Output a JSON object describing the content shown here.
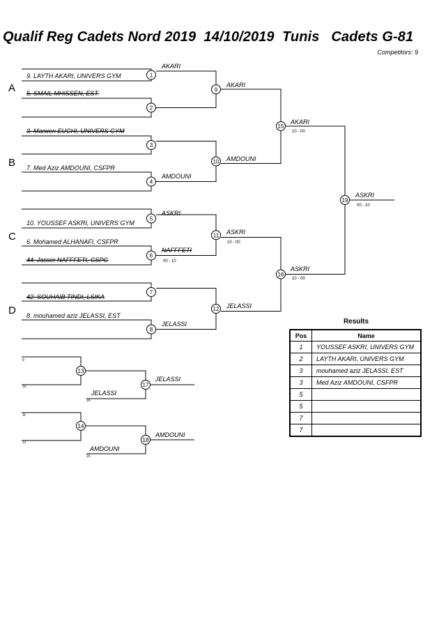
{
  "title": "Qualif Reg Cadets Nord 2019  14/10/2019  Tunis   Cadets G-81",
  "competitors_label": "Competitors: 9",
  "pools": [
    "A",
    "B",
    "C",
    "D"
  ],
  "entries": {
    "e1": {
      "text": "9. LAYTH AKARI, UNIVERS GYM",
      "struck": false
    },
    "e2": {
      "text": "5. SMAIL MHISSEN, EST",
      "struck": true
    },
    "e3": {
      "text": "3. Marwen EUCHI, UNIVERS GYM",
      "struck": true
    },
    "e4": {
      "text": "7. Med Aziz AMDOUNI, CSFPR",
      "struck": false
    },
    "e5": {
      "text": "10. YOUSSEF ASKRI, UNIVERS GYM",
      "struck": false
    },
    "e6": {
      "text": "6. Mohamed ALHANAFI, CSFPR",
      "struck": false
    },
    "e7": {
      "text": "44. Jasser NAFFFETI, CSPC",
      "struck": true
    },
    "e8": {
      "text": "42. SOUHAIB TINDI, LSIKA",
      "struck": true
    },
    "e9": {
      "text": "8. mouhamed aziz JELASSI, EST",
      "struck": false
    }
  },
  "winners": {
    "m1": "AKARI",
    "m4": "AMDOUNI",
    "m5": "ASKRI",
    "m6": "NAFFFETI",
    "m6_score": "00 - 10",
    "m8": "JELASSI",
    "m9": "AKARI",
    "m10": "AMDOUNI",
    "m11": "ASKRI",
    "m11_score": "10 - 00",
    "m12": "JELASSI",
    "m15": "AKARI",
    "m15_score": "10 - 00",
    "m16": "ASKRI",
    "m16_score": "10 - 00",
    "m19": "ASKRI",
    "m19_score": "00 - 10",
    "rep13_in": "JELASSI",
    "rep17": "JELASSI",
    "rep14_in": "AMDOUNI",
    "rep18": "AMDOUNI"
  },
  "rep_small_labels": [
    "9",
    "10",
    "16",
    "11",
    "12",
    "15"
  ],
  "match_numbers": [
    "1",
    "2",
    "3",
    "4",
    "5",
    "6",
    "7",
    "8",
    "9",
    "10",
    "11",
    "12",
    "13",
    "14",
    "15",
    "16",
    "17",
    "18",
    "19"
  ],
  "results": {
    "title": "Results",
    "headers": [
      "Pos",
      "Name"
    ],
    "rows": [
      {
        "pos": "1",
        "name": "YOUSSEF ASKRI, UNIVERS GYM"
      },
      {
        "pos": "2",
        "name": "LAYTH AKARI, UNIVERS GYM"
      },
      {
        "pos": "3",
        "name": "mouhamed aziz JELASSI, EST"
      },
      {
        "pos": "3",
        "name": "Med Aziz AMDOUNI, CSFPR"
      },
      {
        "pos": "5",
        "name": ""
      },
      {
        "pos": "5",
        "name": ""
      },
      {
        "pos": "7",
        "name": ""
      },
      {
        "pos": "7",
        "name": ""
      }
    ]
  }
}
